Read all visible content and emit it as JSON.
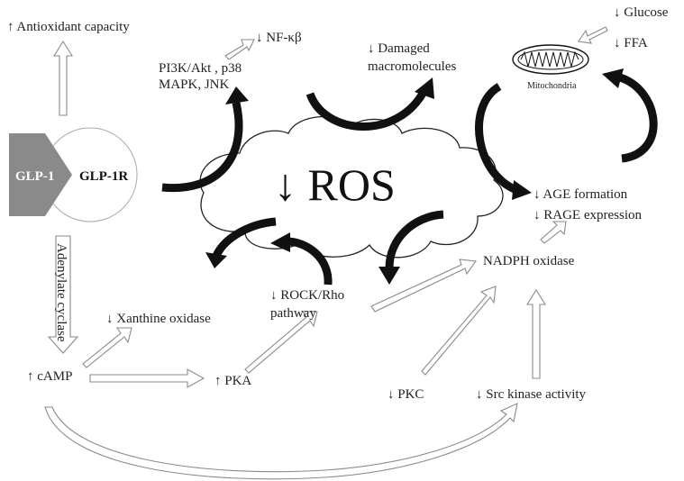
{
  "diagram": {
    "center": {
      "label": "↓ ROS"
    },
    "receptor": {
      "ligand": "GLP-1",
      "receptor": "GLP-1R"
    },
    "labels": {
      "antioxidant": "↑ Antioxidant capacity",
      "pi3k_line1": "PI3K/Akt , p38",
      "pi3k_line2": "MAPK, JNK",
      "nfkb": "↓ NF-κβ",
      "damaged_line1": "↓ Damaged",
      "damaged_line2": "macromolecules",
      "glucose": "↓ Glucose",
      "ffa": "↓ FFA",
      "mitochondria": "Mitochondria",
      "age": "↓ AGE formation",
      "rage": "↓ RAGE expression",
      "nadph": "NADPH oxidase",
      "rock_line1": "↓ ROCK/Rho",
      "rock_line2": "pathway",
      "adenylate": "Adenylate cyclase",
      "xanthine": "↓ Xanthine oxidase",
      "camp": "↑ cAMP",
      "pka": "↑ PKA",
      "pkc": "↓ PKC",
      "src": "↓ Src kinase activity"
    }
  }
}
